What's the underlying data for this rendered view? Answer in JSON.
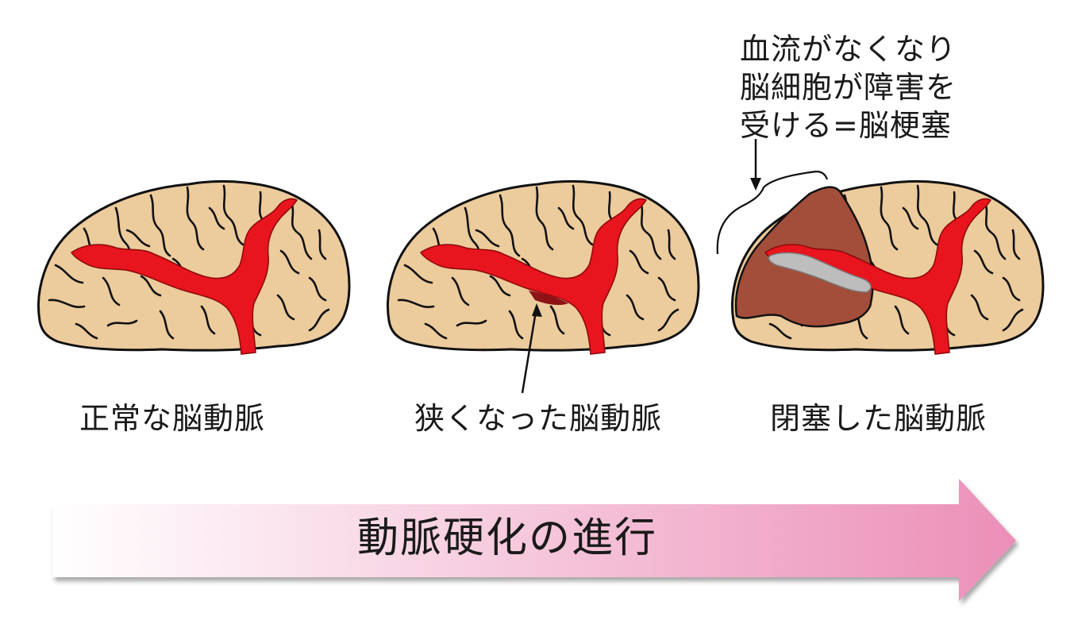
{
  "labels": {
    "normal": "正常な脳動脈",
    "narrowed": "狭くなった脳動脈",
    "occluded": "閉塞した脳動脈"
  },
  "callout": {
    "lines": [
      "血流がなくなり",
      "脳細胞が障害を",
      "受ける=脳梗塞"
    ]
  },
  "progress": {
    "label": "動脈硬化の進行"
  },
  "colors": {
    "brain": "#eccb9c",
    "artery": "#e8141e",
    "infarct": "#a34e3a",
    "blocked": "#bdbdbd",
    "arrow_end": "#ec8fb8"
  }
}
